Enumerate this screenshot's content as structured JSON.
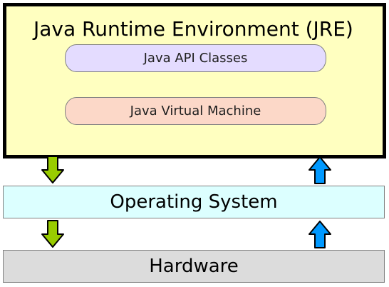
{
  "jre": {
    "title": "Java Runtime Environment (JRE)",
    "api_classes": "Java API Classes",
    "jvm": "Java Virtual Machine"
  },
  "layers": {
    "os": "Operating System",
    "hardware": "Hardware"
  },
  "colors": {
    "jre_fill": "#ffffc0",
    "api_fill": "#e4dcff",
    "jvm_fill": "#fcd8c8",
    "os_fill": "#dcffff",
    "hardware_fill": "#dcdcdc",
    "down_arrow": "#99cc00",
    "up_arrow": "#0099ff"
  },
  "arrows": {
    "down": "down-arrow-icon",
    "up": "up-arrow-icon"
  }
}
